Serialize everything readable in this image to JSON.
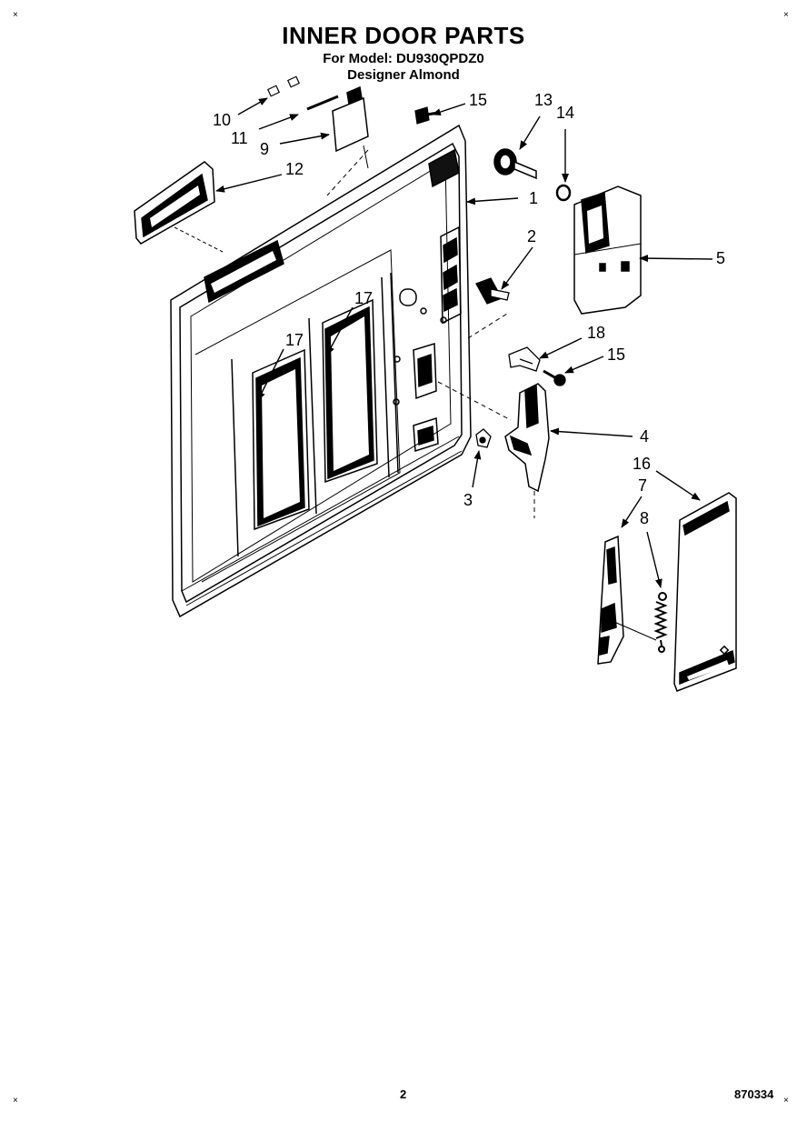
{
  "header": {
    "title": "INNER DOOR PARTS",
    "model_line": "For Model: DU930QPDZ0",
    "color_line": "Designer Almond"
  },
  "footer": {
    "page_number": "2",
    "doc_number": "870334"
  },
  "corner_mark": "×",
  "callouts": [
    "1",
    "2",
    "3",
    "4",
    "5",
    "7",
    "8",
    "9",
    "10",
    "11",
    "12",
    "13",
    "14",
    "15",
    "15",
    "16",
    "17",
    "17",
    "18"
  ],
  "colors": {
    "ink": "#000000",
    "paper": "#ffffff"
  }
}
